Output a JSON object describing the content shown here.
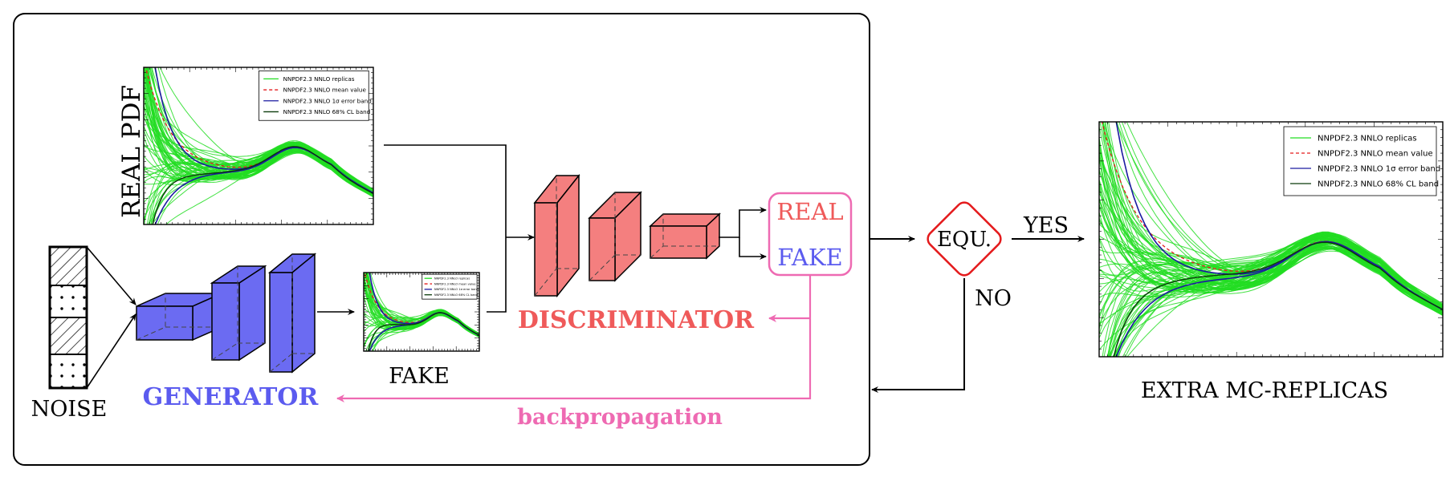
{
  "labels": {
    "real_pdf": "REAL PDF",
    "noise": "NOISE",
    "generator": "GENERATOR",
    "fake": "FAKE",
    "discriminator": "DISCRIMINATOR",
    "out_real": "REAL",
    "out_fake": "FAKE",
    "backprop": "backpropagation",
    "decision": "EQU.",
    "yes": "YES",
    "no": "NO",
    "extra": "EXTRA MC-REPLICAS"
  },
  "legend": [
    "NNPDF2.3 NNLO replicas",
    "NNPDF2.3 NNLO mean value",
    "NNPDF2.3 NNLO 1σ error band",
    "NNPDF2.3 NNLO 68% CL band"
  ],
  "colors": {
    "generator": "#5b5bef",
    "generator_block": "#6b6bf2",
    "discriminator": "#ef5a5a",
    "discriminator_block": "#f47f7f",
    "pink": "#ee6ab2",
    "decision": "#e41a1c",
    "replica": "#22dd22",
    "mean": "#e41a1c",
    "band": "#1a1aa0",
    "cl": "#0a3a0a"
  }
}
